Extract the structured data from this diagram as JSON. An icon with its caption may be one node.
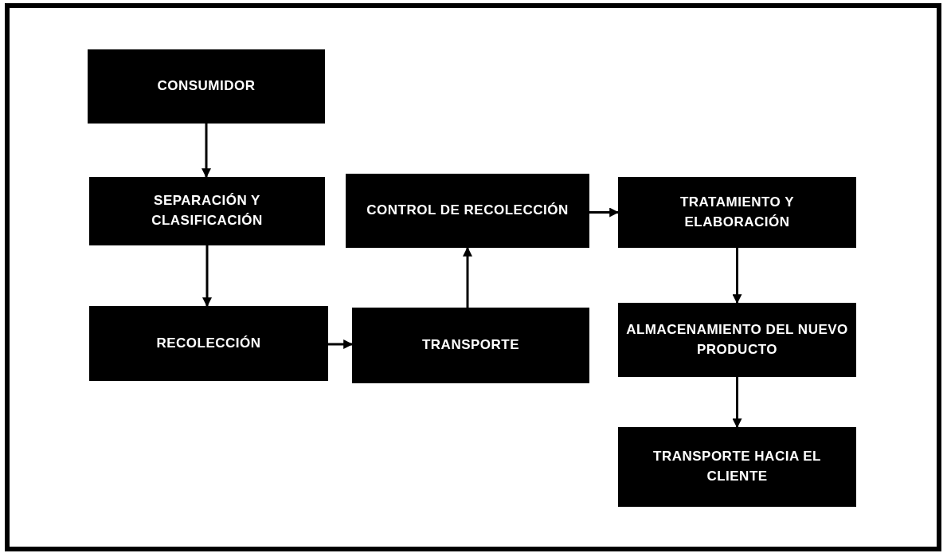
{
  "diagram": {
    "nodes": [
      {
        "text": [
          "CONSUMIDOR"
        ]
      },
      {
        "text": [
          "SEPARACIÓN Y CLASIFICACIÓN"
        ]
      },
      {
        "text": [
          "RECOLECCIÓN"
        ]
      },
      {
        "text": [
          "CONTROL DE RECOLECCIÓN"
        ]
      },
      {
        "text": [
          "TRANSPORTE"
        ]
      },
      {
        "text": [
          "TRATAMIENTO Y ELABORACIÓN"
        ]
      },
      {
        "text": [
          "ALMACENAMIENTO DEL NUEVO PRODUCTO"
        ]
      },
      {
        "text": [
          "TRANSPORTE HACIA EL CLIENTE"
        ]
      }
    ],
    "edges": [
      {
        "from": 0,
        "to": 1,
        "arrow": "to"
      },
      {
        "from": 1,
        "to": 2,
        "arrow": "to"
      },
      {
        "from": 2,
        "to": 4,
        "arrow": "to"
      },
      {
        "from": 4,
        "to": 3,
        "arrow": "to"
      },
      {
        "from": 3,
        "to": 5,
        "arrow": "to"
      },
      {
        "from": 5,
        "to": 6,
        "arrow": "to"
      },
      {
        "from": 6,
        "to": 7,
        "arrow": "to"
      }
    ]
  }
}
